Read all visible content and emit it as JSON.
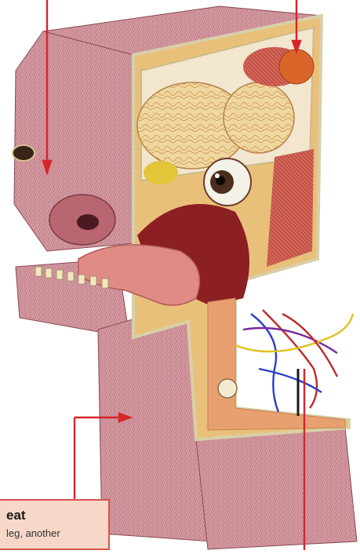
{
  "illustration": {
    "subject": "cross-section of a blocky pig-like head",
    "colors": {
      "skin": "#c98a93",
      "skin_dark": "#a9616b",
      "skin_light": "#e7b9bf",
      "cut_surface": "#e8c07a",
      "bone_edge": "#d9cfa8",
      "brain": "#efd7a0",
      "mouth": "#8c1f22",
      "tongue": "#e08b86",
      "pointer": "#d6262a",
      "callout_bg": "#f6d7c8"
    }
  },
  "callout": {
    "title": "eat",
    "body": "leg, another"
  }
}
